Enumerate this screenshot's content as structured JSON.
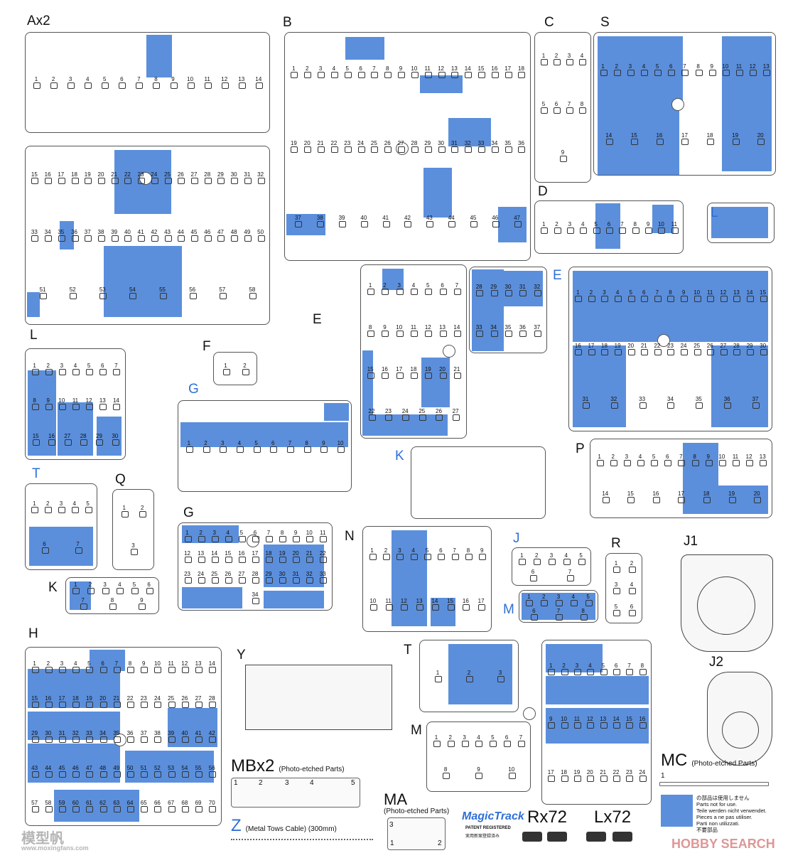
{
  "sprues": [
    {
      "id": "ax2",
      "label": "Ax2",
      "blue": false,
      "parts": [
        "1",
        "2",
        "3",
        "4",
        "5",
        "6",
        "7",
        "8",
        "9",
        "10",
        "11",
        "12",
        "13",
        "14"
      ]
    },
    {
      "id": "ax2b",
      "label": "",
      "blue": false,
      "parts": [
        "15",
        "16",
        "17",
        "18",
        "19",
        "20",
        "21",
        "22",
        "23",
        "24",
        "25",
        "26",
        "27",
        "28",
        "29",
        "30",
        "31",
        "32",
        "33",
        "34",
        "35",
        "36",
        "37",
        "38",
        "39",
        "40",
        "41",
        "42",
        "43",
        "44",
        "45",
        "46",
        "47",
        "48",
        "49",
        "50",
        "51",
        "52",
        "53",
        "54",
        "55",
        "56",
        "57",
        "58"
      ]
    },
    {
      "id": "b",
      "label": "B",
      "blue": false,
      "parts": [
        "1",
        "2",
        "3",
        "4",
        "5",
        "6",
        "7",
        "8",
        "9",
        "10",
        "11",
        "12",
        "13",
        "14",
        "15",
        "16",
        "17",
        "18",
        "19",
        "20",
        "21",
        "22",
        "23",
        "24",
        "25",
        "26",
        "27",
        "28",
        "29",
        "30",
        "31",
        "32",
        "33",
        "34",
        "35",
        "36",
        "37",
        "38",
        "39",
        "40",
        "41",
        "42",
        "43",
        "44",
        "45",
        "46",
        "47"
      ]
    },
    {
      "id": "c",
      "label": "C",
      "blue": false,
      "parts": [
        "1",
        "2",
        "3",
        "4",
        "5",
        "6",
        "7",
        "8",
        "9"
      ]
    },
    {
      "id": "s",
      "label": "S",
      "blue": false,
      "parts": [
        "1",
        "2",
        "3",
        "4",
        "5",
        "6",
        "7",
        "8",
        "9",
        "10",
        "11",
        "12",
        "13",
        "14",
        "15",
        "16",
        "17",
        "18",
        "19",
        "20"
      ]
    },
    {
      "id": "d",
      "label": "D",
      "blue": false,
      "parts": [
        "1",
        "2",
        "3",
        "4",
        "5",
        "6",
        "7",
        "8",
        "9",
        "10",
        "11"
      ]
    },
    {
      "id": "lb",
      "label": "L",
      "blue": true,
      "parts": []
    },
    {
      "id": "e1",
      "label": "E",
      "blue": false,
      "parts": [
        "1",
        "2",
        "3",
        "4",
        "5",
        "6",
        "7",
        "8",
        "9",
        "10",
        "11",
        "12",
        "13",
        "14",
        "15",
        "16",
        "17",
        "18",
        "19",
        "20",
        "21",
        "22",
        "23",
        "24",
        "25",
        "26",
        "27"
      ]
    },
    {
      "id": "e2",
      "label": "",
      "blue": false,
      "parts": [
        "28",
        "29",
        "30",
        "31",
        "32",
        "33",
        "34",
        "35",
        "36",
        "37"
      ]
    },
    {
      "id": "eb",
      "label": "E",
      "blue": true,
      "parts": [
        "1",
        "2",
        "3",
        "4",
        "5",
        "6",
        "7",
        "8",
        "9",
        "10",
        "11",
        "12",
        "13",
        "14",
        "15",
        "16",
        "17",
        "18",
        "19",
        "20",
        "21",
        "22",
        "23",
        "24",
        "25",
        "26",
        "27",
        "28",
        "29",
        "30",
        "31",
        "32",
        "33",
        "34",
        "35",
        "36",
        "37"
      ]
    },
    {
      "id": "f",
      "label": "F",
      "blue": false,
      "parts": [
        "1",
        "2"
      ]
    },
    {
      "id": "l",
      "label": "L",
      "blue": false,
      "parts": [
        "1",
        "2",
        "3",
        "4",
        "5",
        "6",
        "7",
        "8",
        "9",
        "10",
        "11",
        "12",
        "13",
        "14",
        "15",
        "16",
        "27",
        "28",
        "29",
        "30"
      ]
    },
    {
      "id": "gb",
      "label": "G",
      "blue": true,
      "parts": [
        "1",
        "2",
        "3",
        "4",
        "5",
        "6",
        "7",
        "8",
        "9",
        "10"
      ]
    },
    {
      "id": "kb",
      "label": "K",
      "blue": true,
      "parts": []
    },
    {
      "id": "p",
      "label": "P",
      "blue": false,
      "parts": [
        "1",
        "2",
        "3",
        "4",
        "5",
        "6",
        "7",
        "8",
        "9",
        "10",
        "11",
        "12",
        "13",
        "14",
        "15",
        "16",
        "17",
        "18",
        "19",
        "20"
      ]
    },
    {
      "id": "tb",
      "label": "T",
      "blue": true,
      "parts": [
        "1",
        "2",
        "3",
        "4",
        "5",
        "6",
        "7"
      ]
    },
    {
      "id": "q",
      "label": "Q",
      "blue": false,
      "parts": [
        "1",
        "2",
        "3"
      ]
    },
    {
      "id": "k",
      "label": "K",
      "blue": false,
      "parts": [
        "1",
        "2",
        "3",
        "4",
        "5",
        "6",
        "7",
        "8",
        "9"
      ]
    },
    {
      "id": "g",
      "label": "G",
      "blue": false,
      "parts": [
        "1",
        "2",
        "3",
        "4",
        "5",
        "6",
        "7",
        "8",
        "9",
        "10",
        "11",
        "12",
        "13",
        "14",
        "15",
        "16",
        "17",
        "18",
        "19",
        "20",
        "21",
        "22",
        "23",
        "24",
        "25",
        "26",
        "27",
        "28",
        "29",
        "30",
        "31",
        "32",
        "33",
        "34"
      ]
    },
    {
      "id": "n",
      "label": "N",
      "blue": false,
      "parts": [
        "1",
        "2",
        "3",
        "4",
        "5",
        "6",
        "7",
        "8",
        "9",
        "10",
        "11",
        "12",
        "13",
        "14",
        "15",
        "16",
        "17"
      ]
    },
    {
      "id": "jb",
      "label": "J",
      "blue": true,
      "parts": [
        "1",
        "2",
        "3",
        "4",
        "5",
        "6",
        "7"
      ]
    },
    {
      "id": "mb",
      "label": "M",
      "blue": true,
      "parts": [
        "1",
        "2",
        "3",
        "4",
        "5",
        "6",
        "7",
        "8"
      ]
    },
    {
      "id": "r",
      "label": "R",
      "blue": false,
      "parts": [
        "1",
        "2",
        "3",
        "4",
        "5",
        "6"
      ]
    },
    {
      "id": "h",
      "label": "H",
      "blue": false,
      "parts": [
        "1",
        "2",
        "3",
        "4",
        "5",
        "6",
        "7",
        "8",
        "9",
        "10",
        "11",
        "12",
        "13",
        "14",
        "15",
        "16",
        "17",
        "18",
        "19",
        "20",
        "21",
        "22",
        "23",
        "24",
        "25",
        "26",
        "27",
        "28",
        "29",
        "30",
        "31",
        "32",
        "33",
        "34",
        "35",
        "36",
        "37",
        "38",
        "39",
        "40",
        "41",
        "42",
        "43",
        "44",
        "45",
        "46",
        "47",
        "48",
        "49",
        "50",
        "51",
        "52",
        "53",
        "54",
        "55",
        "56",
        "57",
        "58",
        "59",
        "60",
        "61",
        "62",
        "63",
        "64",
        "65",
        "66",
        "67",
        "68",
        "69",
        "70"
      ]
    },
    {
      "id": "t",
      "label": "T",
      "blue": false,
      "parts": [
        "1",
        "2",
        "3"
      ]
    },
    {
      "id": "t2",
      "label": "",
      "blue": false,
      "parts": [
        "1",
        "2",
        "3",
        "4",
        "5",
        "6",
        "7",
        "8",
        "9",
        "10",
        "11",
        "12",
        "13",
        "14",
        "15",
        "16",
        "17",
        "18",
        "19",
        "20",
        "21",
        "22",
        "23",
        "24"
      ]
    },
    {
      "id": "m",
      "label": "M",
      "blue": false,
      "parts": [
        "1",
        "2",
        "3",
        "4",
        "5",
        "6",
        "7",
        "8",
        "9",
        "10"
      ]
    }
  ],
  "labels": {
    "j1": "J1",
    "j2": "J2",
    "y": "Y",
    "mbx2": "MBx2",
    "mc": "MC",
    "ma": "MA",
    "z": "Z",
    "photo_etched": "(Photo-etched Parts)",
    "z_desc": "(Metal Tows Cable) (300mm)",
    "mb_parts": [
      "1",
      "2",
      "3",
      "4",
      "5"
    ],
    "mc_part": "1",
    "ma_parts": [
      "1",
      "2",
      "3"
    ]
  },
  "tracks": {
    "brand": "MagicTrack",
    "patent": "PATENT REGISTERED",
    "patent_jp": "実用新案登録済み",
    "right": "Rx72",
    "left": "Lx72"
  },
  "legend": {
    "lines": [
      "の部品は使用しません",
      "Parts not for use.",
      "Teile werden nicht verwendet.",
      "Pieces a ne pas utiliser.",
      "Parti non utilizzati.",
      "不要部品"
    ]
  },
  "watermarks": {
    "left": "模型帆",
    "left_url": "www.moxingfans.com",
    "right": "HOBBY SEARCH"
  },
  "colors": {
    "unused_blue": "#5b8fdc",
    "label_blue": "#2f6fd6"
  }
}
